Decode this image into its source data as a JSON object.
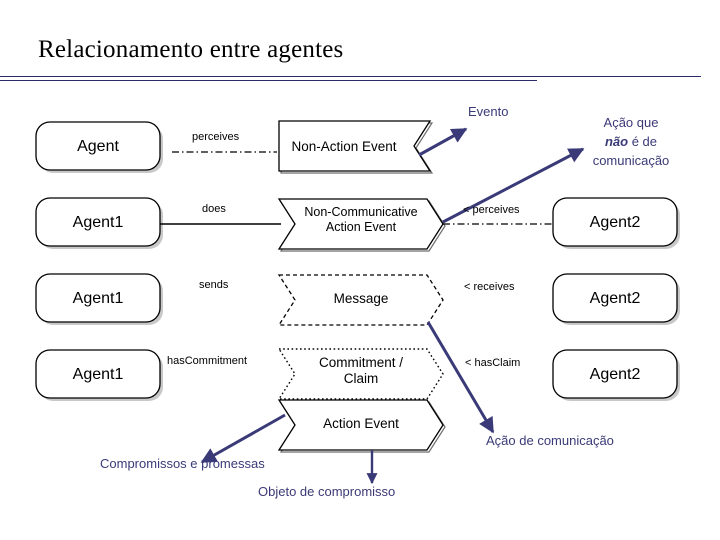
{
  "slide": {
    "title": "Relacionamento entre agentes",
    "accent_color": "#3a3a78",
    "line_color": "#2b2b6b",
    "shape_border_color": "#000000",
    "background": "#ffffff"
  },
  "diagram": {
    "rows": [
      {
        "id": "row-perceives-event",
        "left_node": "Agent",
        "left_relation": "perceives",
        "center_node": "Non-Action Event",
        "center_shape": "notched-rectangle",
        "right_relation": "",
        "right_node": ""
      },
      {
        "id": "row-does-action",
        "left_node": "Agent1",
        "left_relation": "does",
        "center_node_line1": "Non-Communicative",
        "center_node_line2": "Action Event",
        "center_shape": "chevron",
        "right_relation": "< perceives",
        "right_node": "Agent2"
      },
      {
        "id": "row-sends-message",
        "left_node": "Agent1",
        "left_relation": "sends",
        "center_node": "Message",
        "center_shape": "chevron-dashed",
        "right_relation": "< receives",
        "right_node": "Agent2"
      },
      {
        "id": "row-commitment",
        "left_node": "Agent1",
        "left_relation": "hasCommitment",
        "center_node_line1": "Commitment /",
        "center_node_line2": "Claim",
        "center_shape": "chevron-dotted",
        "right_relation": "< hasClaim",
        "right_node": "Agent2"
      }
    ],
    "bottom_node": {
      "id": "node-action-event",
      "label": "Action Event",
      "shape": "chevron"
    }
  },
  "annotations": [
    {
      "id": "note-evento",
      "text": "Evento",
      "arrow": "up-right"
    },
    {
      "id": "note-acao-nao-comunicacao",
      "line1": "Ação que",
      "line2_pre": "",
      "line2_bold": "não",
      "line2_post": " é de",
      "line3": "comunicação",
      "arrow": "up-right"
    },
    {
      "id": "note-acao-comunicacao",
      "text": "Ação de comunicação",
      "arrow": "down-right"
    },
    {
      "id": "note-compromissos",
      "text": "Compromissos e promessas",
      "arrow": "down-left"
    },
    {
      "id": "note-objeto",
      "text": "Objeto de compromisso",
      "arrow": "down"
    }
  ]
}
